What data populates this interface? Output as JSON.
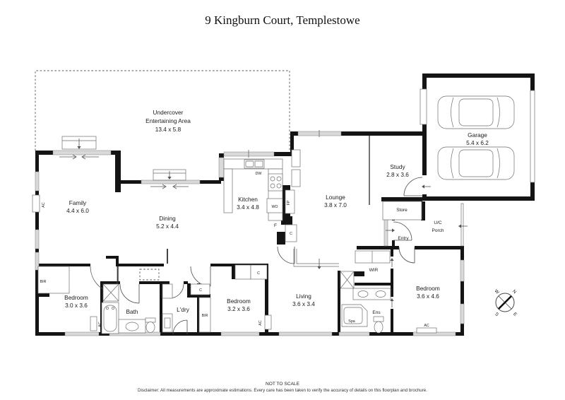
{
  "title": "9 Kingburn Court, Templestowe",
  "footer": {
    "scale_note": "NOT TO SCALE",
    "disclaimer": "Disclaimer: All measurements are approximate estimations. Every care has been taken to verify the accuracy of details on this floorplan and brochure."
  },
  "compass": {
    "north": "N",
    "east": "E",
    "south": "S",
    "west": "W"
  },
  "rooms": {
    "entertaining": {
      "line1": "Undercover",
      "line2": "Entertaining Area",
      "dims": "13.4 x 5.8"
    },
    "family": {
      "name": "Family",
      "dims": "4.4 x 6.0"
    },
    "dining": {
      "name": "Dining",
      "dims": "5.2 x 4.4"
    },
    "kitchen": {
      "name": "Kitchen",
      "dims": "3.4 x 4.8"
    },
    "lounge": {
      "name": "Lounge",
      "dims": "3.8 x 7.0"
    },
    "study": {
      "name": "Study",
      "dims": "2.8 x 3.6"
    },
    "garage": {
      "name": "Garage",
      "dims": "5.4 x 6.2"
    },
    "store": {
      "name": "Store"
    },
    "entry": {
      "name": "Entry"
    },
    "porch": {
      "line1": "U/C",
      "line2": "Porch"
    },
    "bedroom1": {
      "name": "Bedroom",
      "dims": "3.0 x 3.6"
    },
    "bath": {
      "name": "Bath"
    },
    "laundry": {
      "name": "L'dry"
    },
    "bedroom2": {
      "name": "Bedroom",
      "dims": "3.2 x 3.6"
    },
    "living": {
      "name": "Living",
      "dims": "3.6 x 3.4"
    },
    "wir": {
      "name": "WIR"
    },
    "ens": {
      "name": "Ens"
    },
    "spa": {
      "name": "Spa"
    },
    "bedroom3": {
      "name": "Bedroom",
      "dims": "3.6 x 4.6"
    }
  },
  "fixtures": {
    "dishwasher": "DW",
    "wall_oven": "WO",
    "fridge": "F",
    "fireplace": "FP",
    "cupboard": "C",
    "built_in_robe": "BIR",
    "air_conditioning": "AC"
  }
}
